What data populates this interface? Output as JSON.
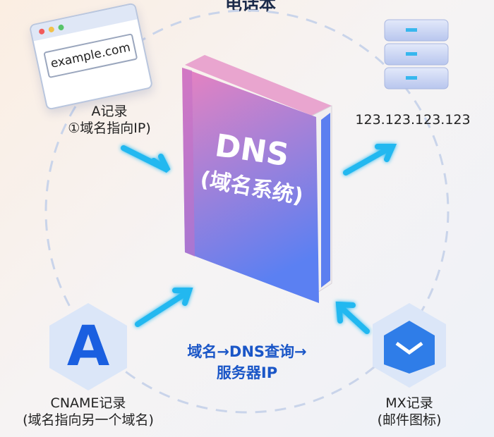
{
  "title_partial": "电话本",
  "browser": {
    "url": "example.com"
  },
  "a_record": {
    "line1": "A记录",
    "line2": "①域名指向IP)"
  },
  "server": {
    "ip": "123.123.123.123"
  },
  "book": {
    "title": "DNS",
    "subtitle": "(域名系统)"
  },
  "cname": {
    "icon_letter": "A",
    "line1": "CNAME记录",
    "line2": "(域名指向另一个域名)"
  },
  "mx": {
    "line1": "MX记录",
    "line2": "(邮件图标)"
  },
  "caption": {
    "line1": "域名→DNS查询→",
    "line2": "服务器IP"
  },
  "colors": {
    "accent": "#1a56c7",
    "arrow": "#22b8f0",
    "book_top": "#e57fc0",
    "book_bottom": "#5a7ef0"
  }
}
